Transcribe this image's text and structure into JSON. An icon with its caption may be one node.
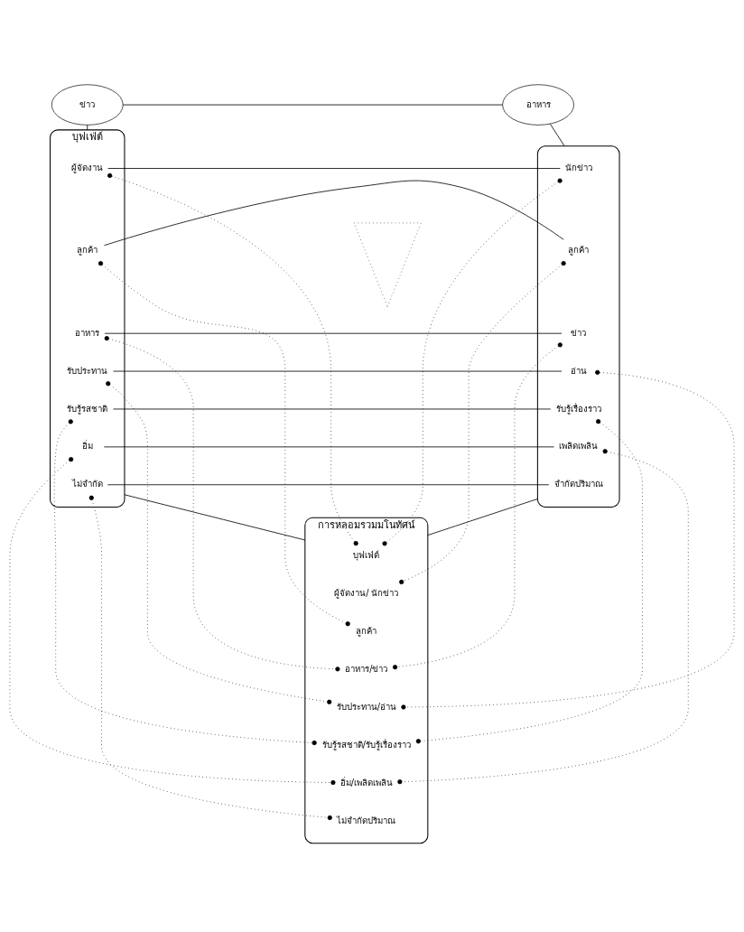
{
  "diagram": {
    "nodes": [
      {
        "text": [
          "ข่าว"
        ]
      },
      {
        "text": [
          "อาหาร"
        ]
      },
      {
        "text": [],
        "shape": "triangle"
      },
      {
        "text": [
          "บุฟเฟ่ต์"
        ]
      },
      {
        "text": [
          "ผู้จัดงาน"
        ],
        "in": 3
      },
      {
        "text": [
          "ลูกค้า"
        ],
        "in": 3
      },
      {
        "text": [
          "อาหาร"
        ],
        "in": 3
      },
      {
        "text": [
          "รับประทาน"
        ],
        "in": 3
      },
      {
        "text": [
          "รับรู้รสชาติ"
        ],
        "in": 3
      },
      {
        "text": [
          "อิ่ม"
        ],
        "in": 3
      },
      {
        "text": [
          "ไม่จำกัด"
        ],
        "in": 3
      },
      {
        "text": [],
        "shape": "ellipse"
      },
      {
        "text": [
          "นักข่าว"
        ],
        "in": 11
      },
      {
        "text": [
          "ลูกค้า"
        ],
        "in": 11
      },
      {
        "text": [
          "ข่าว"
        ],
        "in": 11
      },
      {
        "text": [
          "อ่าน"
        ],
        "in": 11
      },
      {
        "text": [
          "รับรู้เรื่องราว"
        ],
        "in": 11
      },
      {
        "text": [
          "เพลิดเพลิน"
        ],
        "in": 11
      },
      {
        "text": [
          "จำกัดปริมาณ"
        ],
        "in": 11
      },
      {
        "text": [
          "การหลอมรวมมโนทัศน์"
        ]
      },
      {
        "text": [
          "บุฟเฟ่ต์"
        ],
        "in": 19
      },
      {
        "text": [
          "ผู้จัดงาน/ นักข่าว"
        ],
        "in": 19
      },
      {
        "text": [
          "ลูกค้า"
        ],
        "in": 19
      },
      {
        "text": [
          "อาหาร/ข่าว"
        ],
        "in": 19
      },
      {
        "text": [
          "รับประทาน/อ่าน"
        ],
        "in": 19
      },
      {
        "text": [
          "รับรู้รสชาติ/รับรู้เรื่องราว"
        ],
        "in": 19
      },
      {
        "text": [
          "อิ่ม/เพลิดเพลิน"
        ],
        "in": 19
      },
      {
        "text": [
          "ไม่จำกัดปริมาณ"
        ],
        "in": 19
      }
    ],
    "edges": [
      {
        "from": 0,
        "to": 1,
        "arrow": "none"
      },
      {
        "from": 0,
        "to": 3,
        "arrow": "none"
      },
      {
        "from": 1,
        "to": 11,
        "arrow": "none"
      },
      {
        "from": 3,
        "to": 19,
        "arrow": "none"
      },
      {
        "from": 11,
        "to": 19,
        "arrow": "none"
      },
      {
        "from": 4,
        "to": 12,
        "arrow": "none"
      },
      {
        "from": 5,
        "to": 13,
        "arrow": "none"
      },
      {
        "from": 6,
        "to": 14,
        "arrow": "none"
      },
      {
        "from": 7,
        "to": 15,
        "arrow": "none"
      },
      {
        "from": 8,
        "to": 16,
        "arrow": "none"
      },
      {
        "from": 9,
        "to": 17,
        "arrow": "none"
      },
      {
        "from": 10,
        "to": 18,
        "arrow": "none"
      },
      {
        "from": 4,
        "to": 20,
        "arrow": "other",
        "style": "dashed"
      },
      {
        "from": 5,
        "to": 22,
        "arrow": "other",
        "style": "dashed"
      },
      {
        "from": 6,
        "to": 23,
        "arrow": "other",
        "style": "dashed"
      },
      {
        "from": 7,
        "to": 24,
        "arrow": "other",
        "style": "dashed"
      },
      {
        "from": 8,
        "to": 25,
        "arrow": "other",
        "style": "dashed"
      },
      {
        "from": 9,
        "to": 26,
        "arrow": "other",
        "style": "dashed"
      },
      {
        "from": 10,
        "to": 27,
        "arrow": "other",
        "style": "dashed"
      },
      {
        "from": 12,
        "to": 20,
        "arrow": "other",
        "style": "dashed"
      },
      {
        "from": 13,
        "to": 21,
        "arrow": "other",
        "style": "dashed"
      },
      {
        "from": 14,
        "to": 23,
        "arrow": "other",
        "style": "dashed"
      },
      {
        "from": 15,
        "to": 24,
        "arrow": "other",
        "style": "dashed"
      },
      {
        "from": 16,
        "to": 25,
        "arrow": "other",
        "style": "dashed"
      },
      {
        "from": 17,
        "to": 26,
        "arrow": "other",
        "style": "dashed"
      }
    ]
  }
}
